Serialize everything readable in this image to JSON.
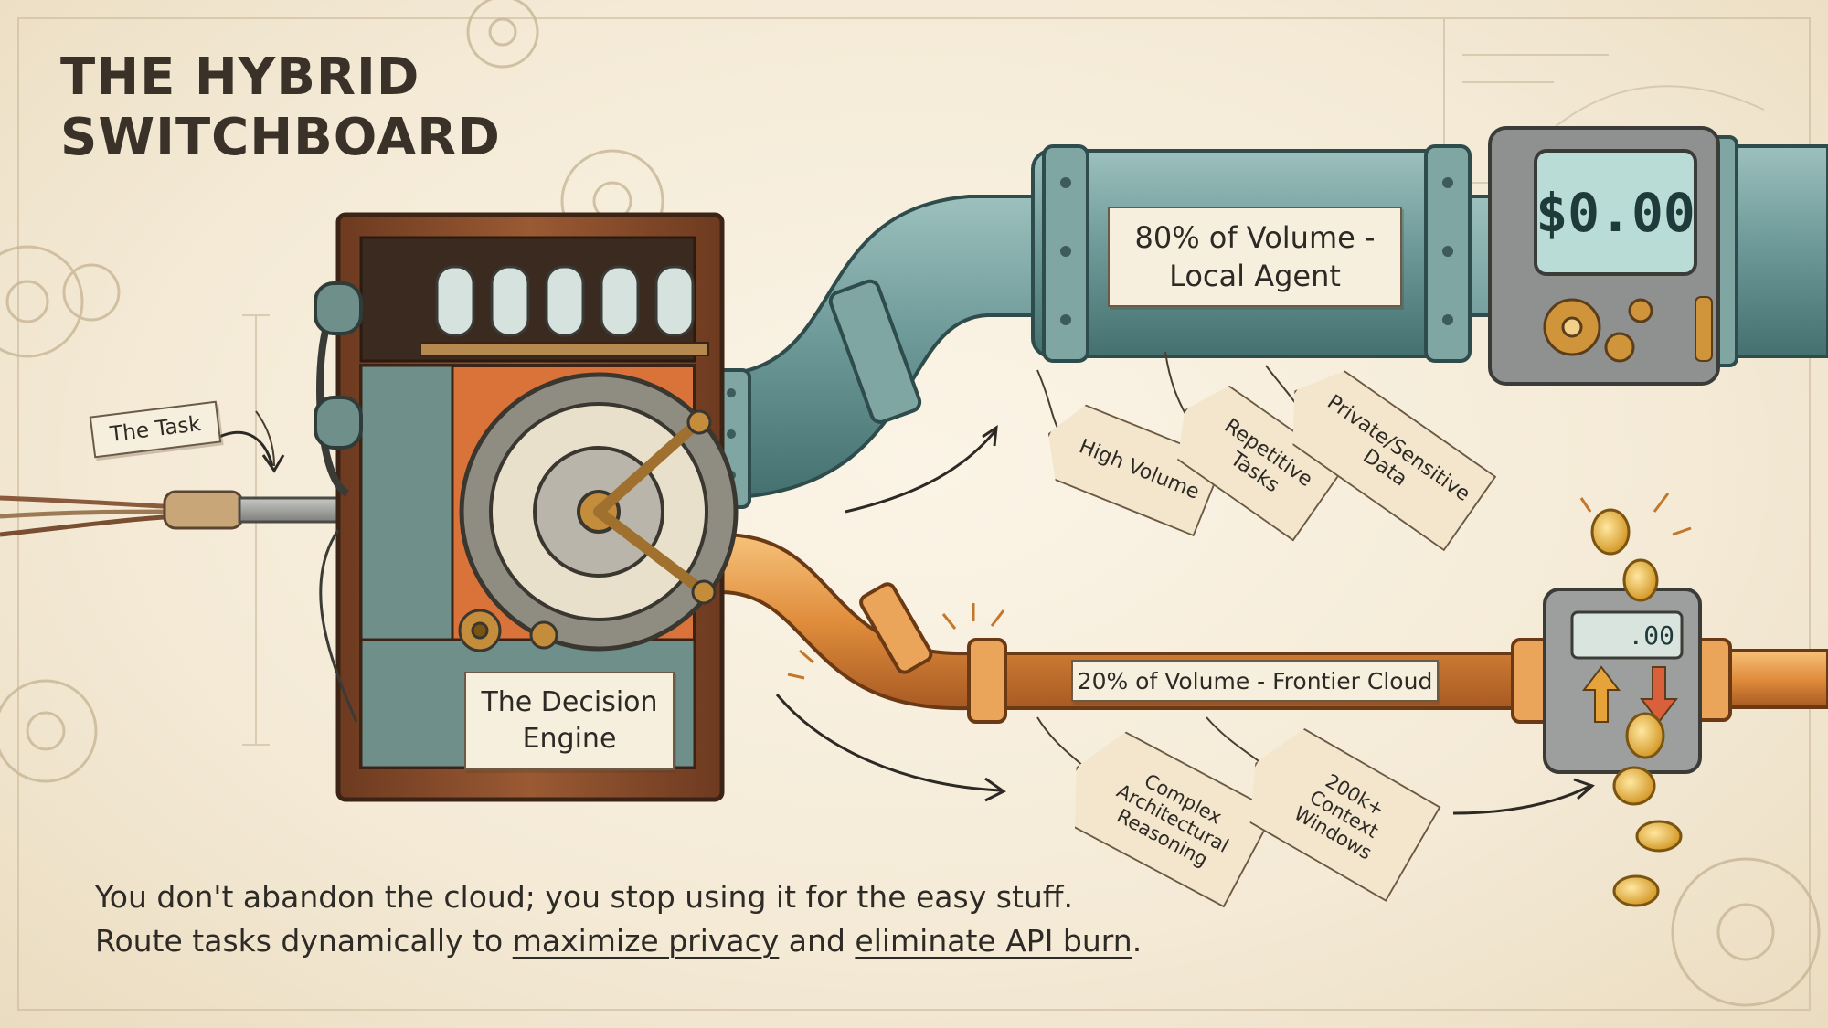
{
  "title": {
    "line1": "THE HYBRID",
    "line2": "SWITCHBOARD"
  },
  "input_label": "The Task",
  "engine_label": {
    "line1": "The Decision",
    "line2": "Engine"
  },
  "local_route": {
    "label_line1": "80% of Volume -",
    "label_line2": "Local Agent",
    "meter_value": "$0.00",
    "tags": [
      {
        "line1": "High Volume",
        "line2": ""
      },
      {
        "line1": "Repetitive",
        "line2": "Tasks"
      },
      {
        "line1": "Private/Sensitive",
        "line2": "Data"
      }
    ]
  },
  "cloud_route": {
    "label": "20% of Volume - Frontier Cloud",
    "meter_value": ".00",
    "tags": [
      {
        "line1": "Complex",
        "line2": "Architectural",
        "line3": "Reasoning"
      },
      {
        "line1": "200k+",
        "line2": "Context",
        "line3": "Windows"
      }
    ]
  },
  "caption": {
    "line1": "You don't abandon the cloud; you stop using it for the easy stuff.",
    "line2_a": "Route tasks dynamically to ",
    "line2_b": "maximize privacy",
    "line2_c": " and ",
    "line2_d": "eliminate API burn",
    "line2_e": "."
  },
  "colors": {
    "local_pipe": "#6e9a9a",
    "cloud_pipe": "#e0913f",
    "cabinet_wood": "#8a4e2c",
    "panel_orange": "#d9733a",
    "panel_teal": "#6f8f8a",
    "ink": "#3a3128"
  },
  "icons": [
    "gear-icon",
    "dial-icon",
    "vacuum-tube-icon",
    "telephone-icon",
    "coin-icon",
    "arrow-up-icon",
    "arrow-down-icon"
  ]
}
